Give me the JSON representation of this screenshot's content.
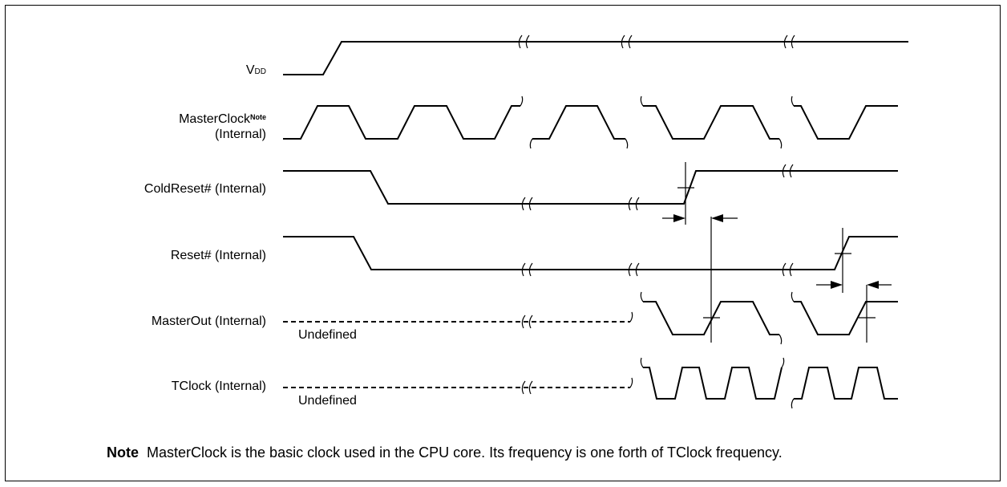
{
  "signals": {
    "vdd": {
      "main": "V",
      "sub": "DD"
    },
    "masterclock": {
      "line1": "MasterClock",
      "sup": "Note",
      "line2": "(Internal)"
    },
    "coldreset": "ColdReset# (Internal)",
    "reset": "Reset# (Internal)",
    "masterout": "MasterOut (Internal)",
    "tclock": "TClock (Internal)"
  },
  "undefined_label": "Undefined",
  "note": {
    "heading": "Note",
    "text": "MasterClock is the basic clock used in the CPU core.  Its frequency is one forth of TClock frequency."
  }
}
